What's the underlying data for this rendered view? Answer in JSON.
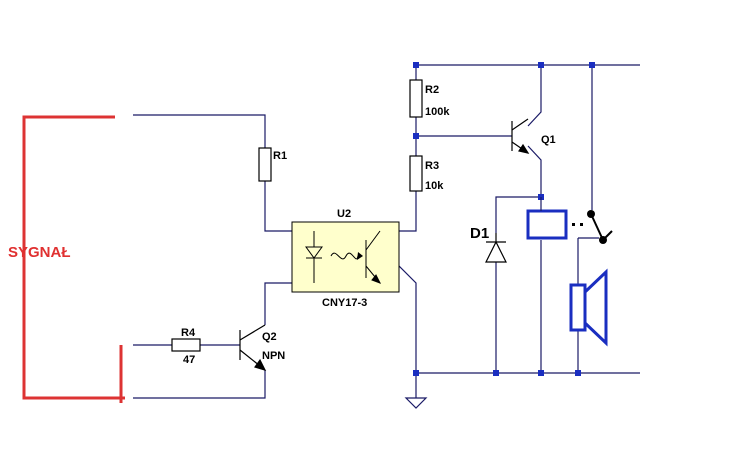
{
  "signal": {
    "label": "SYGNAŁ",
    "color": "#dd3333"
  },
  "wire_color": "#1a1a66",
  "symbol_color": "#000000",
  "component_blue": "#1a2ec0",
  "optocoupler_fill": "#ffffcc",
  "resistors": {
    "r1": {
      "name": "R1",
      "value": ""
    },
    "r2": {
      "name": "R2",
      "value": "100k"
    },
    "r3": {
      "name": "R3",
      "value": "10k"
    },
    "r4": {
      "name": "R4",
      "value": "47"
    }
  },
  "transistors": {
    "q1": {
      "name": "Q1",
      "type": ""
    },
    "q2": {
      "name": "Q2",
      "type": "NPN"
    }
  },
  "optocoupler": {
    "ref": "U2",
    "part": "CNY17-3"
  },
  "diode": {
    "name": "D1"
  }
}
